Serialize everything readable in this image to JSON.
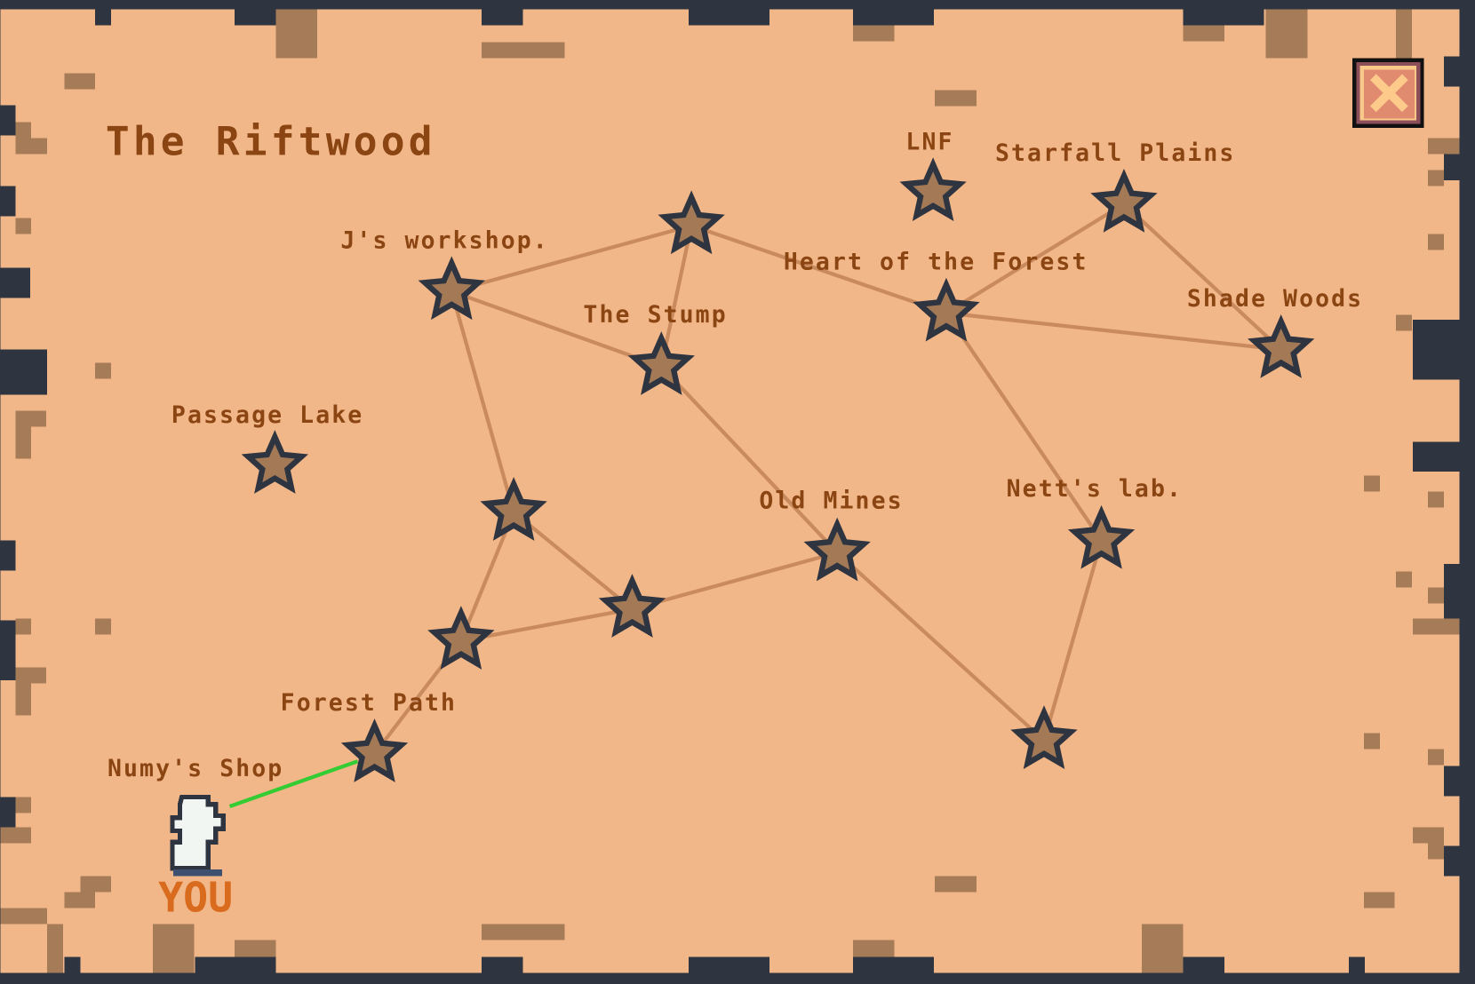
{
  "map": {
    "title": "The Riftwood",
    "player_label": "YOU",
    "colors": {
      "parchment": "#f2b788",
      "text": "#8b4513",
      "path": "#c98a5e",
      "active_path": "#33cc33",
      "star": "#a47a56",
      "outline": "#2e3440",
      "you": "#d96b1e"
    },
    "locations": [
      {
        "name": "J's workshop."
      },
      {
        "name": ""
      },
      {
        "name": "LNF"
      },
      {
        "name": "Starfall Plains"
      },
      {
        "name": "Heart of the Forest"
      },
      {
        "name": "Shade Woods"
      },
      {
        "name": "The Stump"
      },
      {
        "name": "Passage Lake"
      },
      {
        "name": ""
      },
      {
        "name": "Old Mines"
      },
      {
        "name": "Nett's lab."
      },
      {
        "name": ""
      },
      {
        "name": ""
      },
      {
        "name": "Forest Path"
      },
      {
        "name": ""
      },
      {
        "name": "Numy's Shop"
      }
    ],
    "connections": [
      [
        0,
        1
      ],
      [
        0,
        6
      ],
      [
        1,
        6
      ],
      [
        1,
        4
      ],
      [
        4,
        3
      ],
      [
        4,
        5
      ],
      [
        3,
        5
      ],
      [
        0,
        8
      ],
      [
        6,
        9
      ],
      [
        4,
        10
      ],
      [
        10,
        14
      ],
      [
        9,
        14
      ],
      [
        9,
        11
      ],
      [
        8,
        11
      ],
      [
        8,
        12
      ],
      [
        12,
        11
      ],
      [
        12,
        13
      ]
    ],
    "active_connection": [
      15,
      13
    ],
    "close_icon": "close-x-icon"
  }
}
